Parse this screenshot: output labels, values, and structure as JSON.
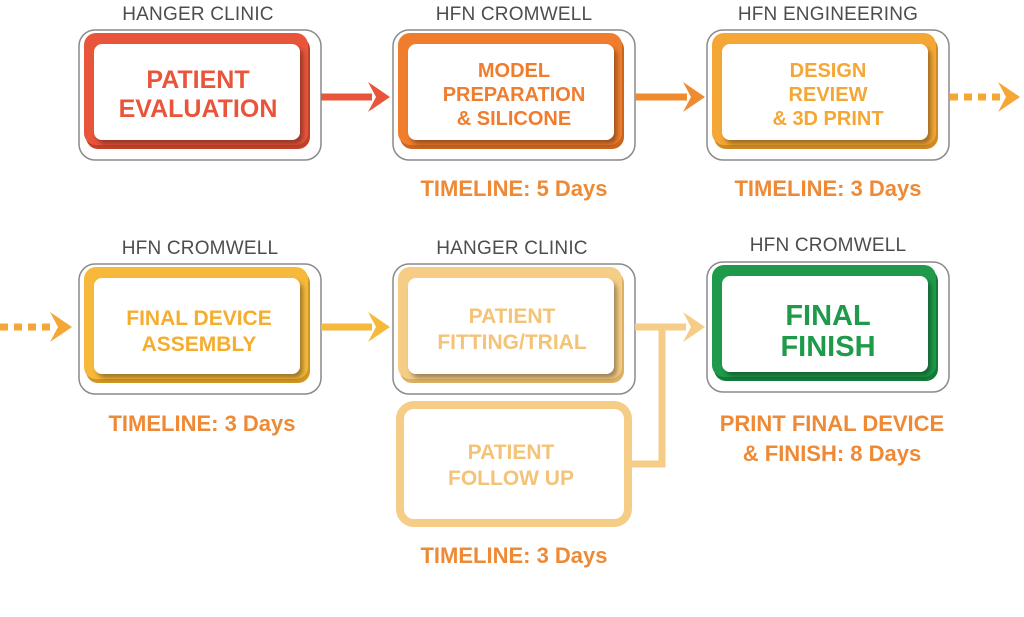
{
  "colors": {
    "red": "#e8553a",
    "orange": "#ef7d2d",
    "amber": "#f5a735",
    "gold": "#f6b93b",
    "pale": "#f5cd86",
    "green": "#1e9a4a",
    "green_dark": "#137a38",
    "timeline_text": "#ee8a35",
    "org_text": "#4d4d4d"
  },
  "steps": {
    "patient_evaluation": {
      "org": "HANGER CLINIC",
      "line1": "PATIENT",
      "line2": "EVALUATION"
    },
    "model_preparation": {
      "org": "HFN CROMWELL",
      "line1": "MODEL",
      "line2": "PREPARATION",
      "line3": "& SILICONE",
      "timeline": "TIMELINE: 5 Days"
    },
    "design_review": {
      "org": "HFN ENGINEERING",
      "line1": "DESIGN",
      "line2": "REVIEW",
      "line3": "& 3D PRINT",
      "timeline": "TIMELINE: 3 Days"
    },
    "final_device_assembly": {
      "org": "HFN CROMWELL",
      "line1": "FINAL DEVICE",
      "line2": "ASSEMBLY",
      "timeline": "TIMELINE: 3 Days"
    },
    "patient_fitting": {
      "org": "HANGER CLINIC",
      "line1": "PATIENT",
      "line2": "FITTING/TRIAL"
    },
    "patient_follow_up": {
      "line1": "PATIENT",
      "line2": "FOLLOW UP",
      "timeline": "TIMELINE: 3 Days"
    },
    "final_finish": {
      "org": "HFN CROMWELL",
      "line1": "FINAL",
      "line2": "FINISH",
      "timeline_line1": "PRINT FINAL DEVICE",
      "timeline_line2": "& FINISH: 8 Days"
    }
  }
}
